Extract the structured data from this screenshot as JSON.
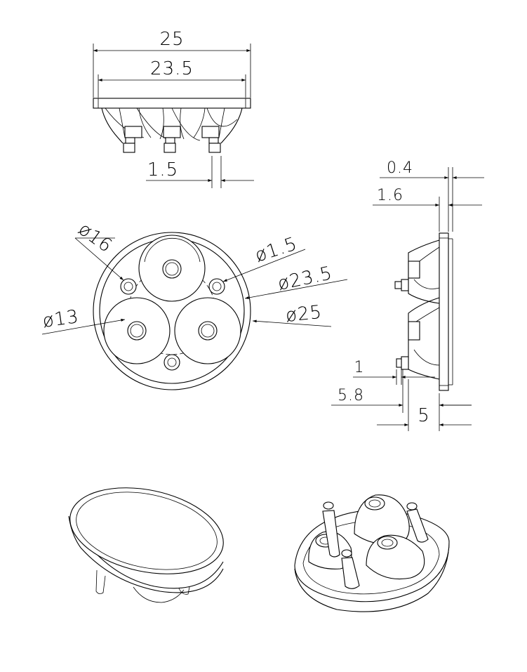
{
  "top_view": {
    "dim_outer": "25",
    "dim_inner": "23.5",
    "dim_pin": "1.5"
  },
  "front_view": {
    "dia_16": "ø16",
    "dia_1_5": "ø1.5",
    "dia_23_5": "ø23.5",
    "dia_13": "ø13",
    "dia_25": "ø25"
  },
  "side_view": {
    "dim_0_4": "0.4",
    "dim_1_6": "1.6",
    "dim_1": "1",
    "dim_5_8": "5.8",
    "dim_5": "5"
  }
}
